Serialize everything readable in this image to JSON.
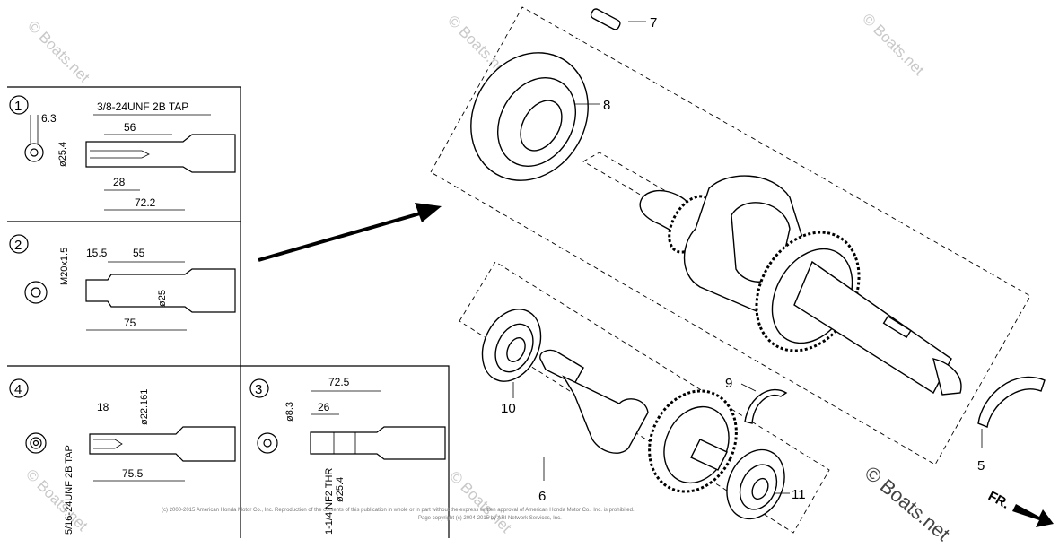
{
  "watermark": "© Boats.net",
  "copyright": {
    "line1": "(c) 2000-2015 American Honda Motor Co., Inc. Reproduction of the contents of this publication in whole or in part without the express written approval of American Honda Motor Co., Inc. is prohibited.",
    "line2": "Page copyright (c) 2004-2015 by ARI Network Services, Inc."
  },
  "direction_marker": "FR.",
  "callouts": [
    {
      "id": "7",
      "label": "7"
    },
    {
      "id": "8",
      "label": "8"
    },
    {
      "id": "9",
      "label": "9"
    },
    {
      "id": "10",
      "label": "10"
    },
    {
      "id": "6",
      "label": "6"
    },
    {
      "id": "11",
      "label": "11"
    },
    {
      "id": "5",
      "label": "5"
    }
  ],
  "shaft_types": [
    {
      "number": "1",
      "dims": [
        "3/8-24UNF 2B TAP",
        "6.3",
        "56",
        "ø25.4",
        "28",
        "72.2"
      ]
    },
    {
      "number": "2",
      "dims": [
        "M20x1.5",
        "15.5",
        "55",
        "ø25",
        "75"
      ]
    },
    {
      "number": "4",
      "dims": [
        "5/16-24UNF 2B TAP",
        "18",
        "ø22.161",
        "75.5"
      ]
    },
    {
      "number": "3",
      "dims": [
        "72.5",
        "ø8.3",
        "26",
        "ø25.4",
        "1-1/4 NF2 THR"
      ]
    }
  ]
}
